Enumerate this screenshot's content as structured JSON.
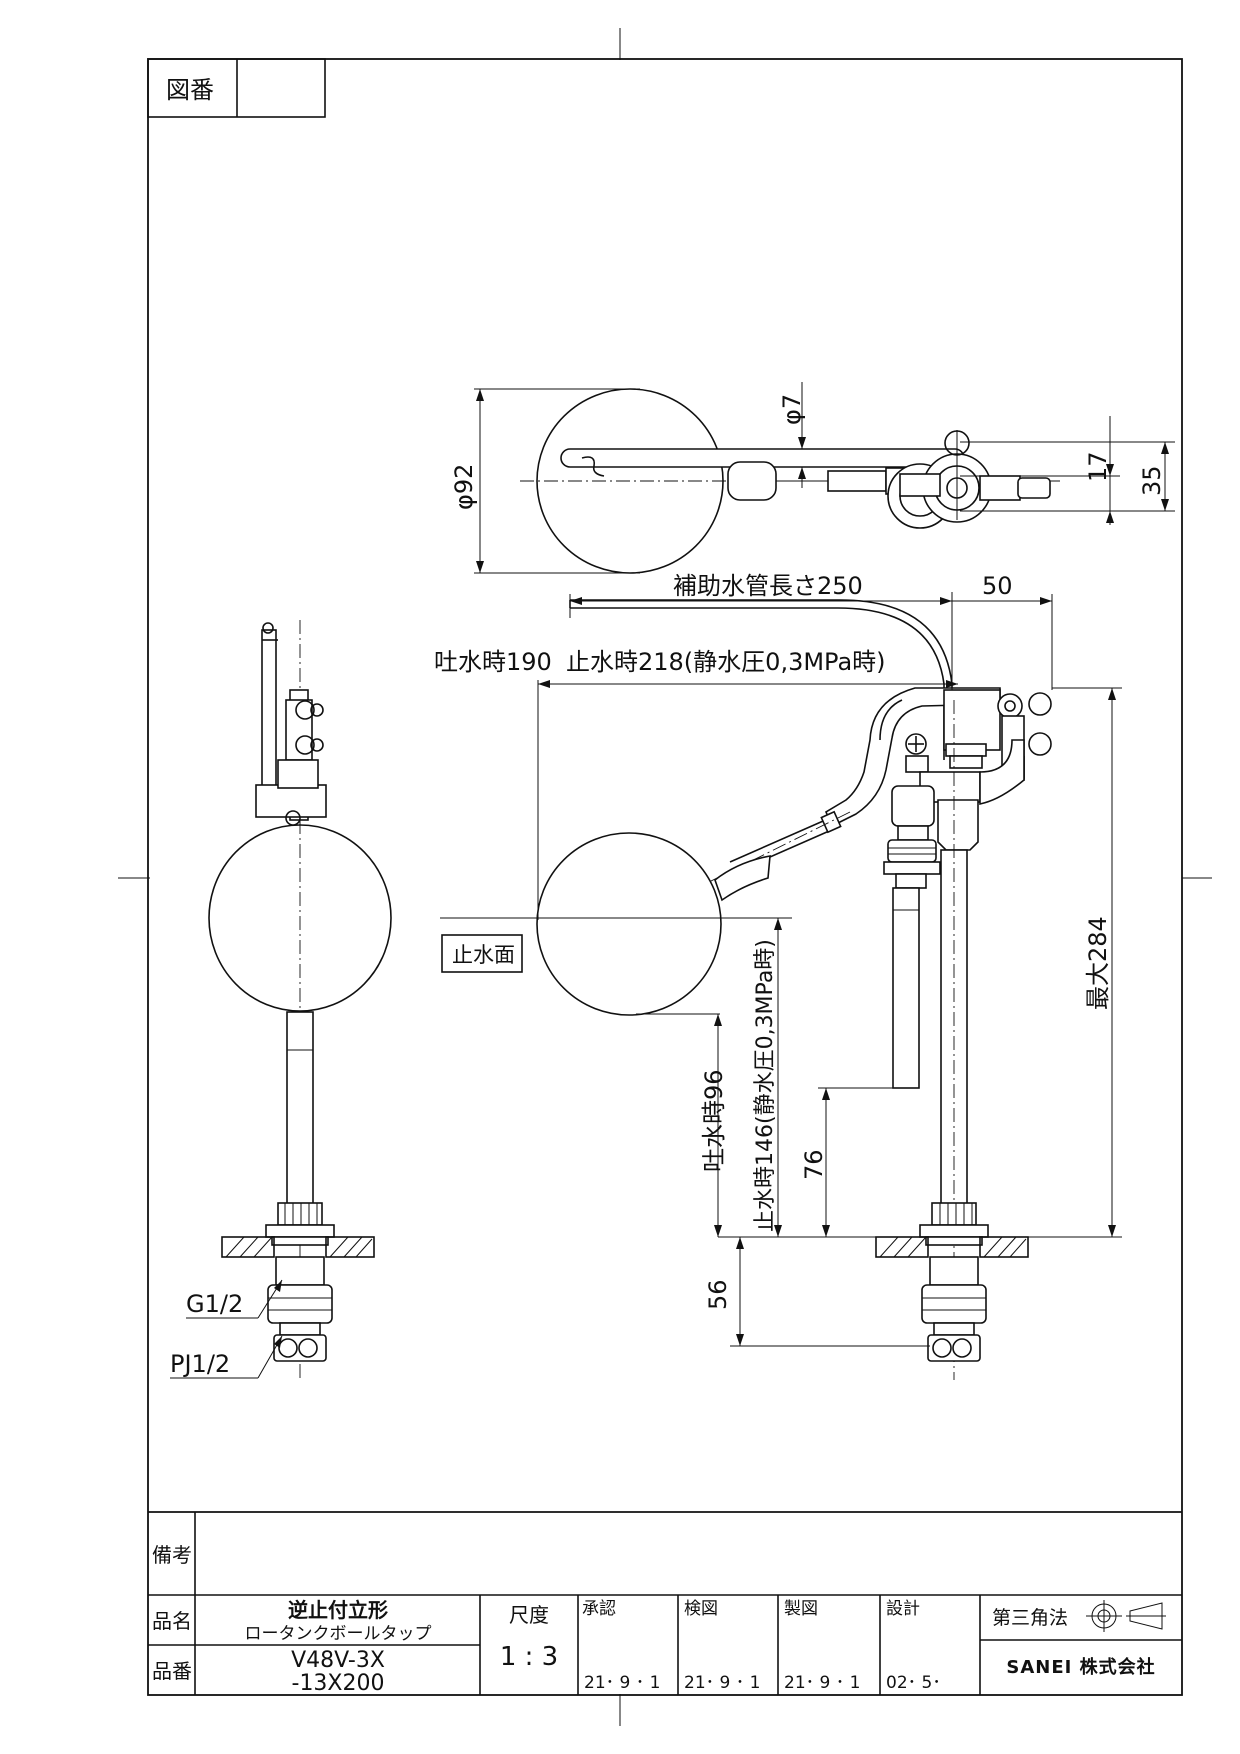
{
  "drawing_number_label": "図番",
  "drawing_number_value": "",
  "dimensions": {
    "ball_diameter": "φ92",
    "rod_diameter": "φ7",
    "height_17": "17",
    "height_35": "35",
    "aux_pipe_length": "補助水管長さ250",
    "offset_50": "50",
    "discharge_190": "吐水時190",
    "stop_218": "止水時218(静水圧0,3MPa時)",
    "stop_water_surface": "止水面",
    "max_284": "最大284",
    "discharge_96": "吐水時96",
    "stop_146": "止水時146(静水圧0,3MPa時)",
    "height_76": "76",
    "height_56": "56",
    "thread_g": "G1/2",
    "thread_pj": "PJ1/2"
  },
  "title_block": {
    "remarks_label": "備考",
    "remarks_value": "",
    "product_name_label": "品名",
    "product_name_line1": "逆止付立形",
    "product_name_line2": "ロータンクボールタップ",
    "product_number_label": "品番",
    "product_number_line1": "V48V-3X",
    "product_number_line2": "-13X200",
    "scale_label": "尺度",
    "scale_value": "1 : 3",
    "approved_label": "承認",
    "approved_date": "21･ 9 ･ 1",
    "checked_label": "検図",
    "checked_date": "21･ 9 ･ 1",
    "drawn_label": "製図",
    "drawn_date": "21･ 9 ･ 1",
    "designed_label": "設計",
    "designed_date": "02･ 5･",
    "projection_label": "第三角法",
    "company": "SANEI 株式会社"
  }
}
